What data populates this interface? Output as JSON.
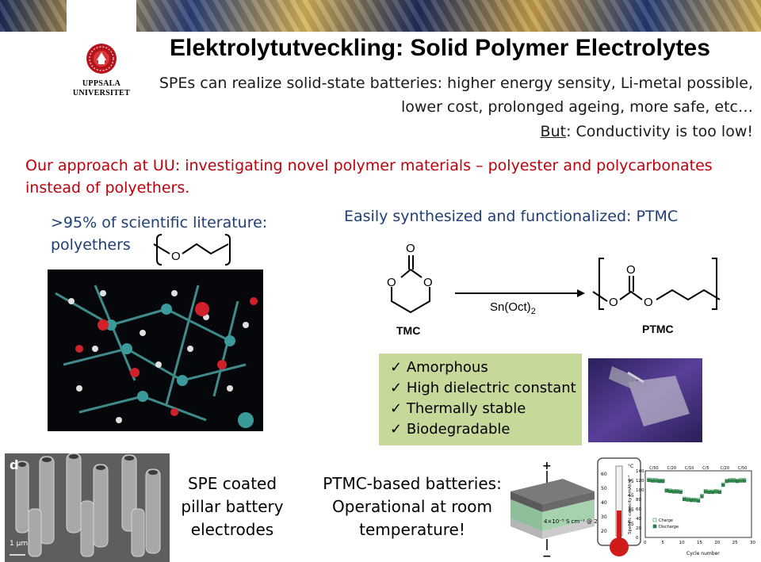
{
  "header": {
    "title": "Elektrolytutveckling: Solid Polymer Electrolytes",
    "university_line1": "UPPSALA",
    "university_line2": "UNIVERSITET"
  },
  "intro": {
    "line1": "SPEs can realize solid-state batteries: higher energy sensity, Li-metal possible,",
    "line2": "lower cost, prolonged ageing, more safe, etc…",
    "but_word": "But",
    "but_rest": ": Conductivity is too low!"
  },
  "approach": {
    "text": "Our approach at UU: investigating novel polymer materials – polyester and polycarbonates instead of polyethers."
  },
  "literature": {
    "line1": ">95% of scientific literature:",
    "line2": "polyethers",
    "oxygen": "O"
  },
  "synthesis": {
    "heading": "Easily synthesized and functionalized: PTMC",
    "tmc_label": "TMC",
    "ptmc_label": "PTMC",
    "catalyst": "Sn(Oct)",
    "catalyst_sub": "2",
    "o": "O"
  },
  "features": {
    "items": [
      "Amorphous",
      "High dielectric constant",
      "Thermally stable",
      "Biodegradable"
    ],
    "check": "✓"
  },
  "sem": {
    "panel_letter": "d",
    "scale": "1 µm"
  },
  "captions": {
    "spe": "SPE coated pillar battery electrodes",
    "ptmc": "PTMC-based batteries: Operational at room temperature!"
  },
  "device": {
    "plus": "+",
    "minus": "−",
    "conductivity": "4×10⁻⁵ S cm⁻¹ @ 25°C"
  },
  "thermometer": {
    "unit": "°C",
    "ticks_left": [
      "60",
      "50",
      "40",
      "30",
      "20"
    ],
    "ticks_right": [
      "55",
      "45",
      "35",
      "25"
    ]
  },
  "chart_data": {
    "type": "scatter",
    "title": "",
    "xlabel": "Cycle number",
    "ylabel": "Specific capacity / mAh g⁻¹",
    "xlim": [
      0,
      30
    ],
    "ylim": [
      0,
      140
    ],
    "x_ticks": [
      "0",
      "5",
      "10",
      "15",
      "20",
      "25",
      "30"
    ],
    "y_ticks": [
      "0",
      "20",
      "40",
      "60",
      "80",
      "100",
      "120",
      "140"
    ],
    "rate_labels": [
      "C/50",
      "C/20",
      "C/10",
      "C/5",
      "C/20",
      "C/50"
    ],
    "legend": [
      "Charge",
      "Discharge"
    ],
    "series": [
      {
        "name": "Charge",
        "x": [
          1,
          2,
          3,
          4,
          5,
          6,
          7,
          8,
          9,
          10,
          11,
          12,
          13,
          14,
          15,
          16,
          17,
          18,
          19,
          20,
          21,
          22,
          23,
          24,
          25,
          26,
          27,
          28
        ],
        "y": [
          122,
          121,
          121,
          120,
          120,
          100,
          99,
          98,
          98,
          97,
          82,
          81,
          80,
          80,
          79,
          88,
          98,
          97,
          97,
          98,
          97,
          112,
          120,
          121,
          121,
          120,
          121,
          121
        ]
      },
      {
        "name": "Discharge",
        "x": [
          1,
          2,
          3,
          4,
          5,
          6,
          7,
          8,
          9,
          10,
          11,
          12,
          13,
          14,
          15,
          16,
          17,
          18,
          19,
          20,
          21,
          22,
          23,
          24,
          25,
          26,
          27,
          28
        ],
        "y": [
          120,
          119,
          119,
          118,
          118,
          98,
          97,
          96,
          96,
          95,
          80,
          79,
          78,
          78,
          77,
          86,
          96,
          95,
          95,
          96,
          95,
          110,
          118,
          119,
          119,
          118,
          119,
          119
        ]
      }
    ]
  },
  "colors": {
    "title": "#000000",
    "approach": "#c0000c",
    "subheading": "#1f3f77",
    "feature_box": "#c6d99a"
  }
}
